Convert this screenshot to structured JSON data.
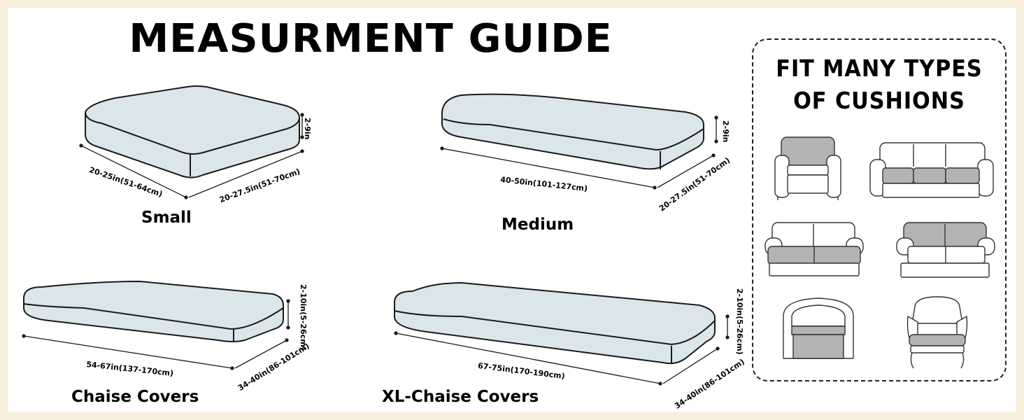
{
  "title": "MEASURMENT GUIDE",
  "sizes": [
    {
      "name": "Small",
      "width": "20-25in(51-64cm)",
      "depth": "20-27.5in(51-70cm)",
      "height": "2-9in"
    },
    {
      "name": "Medium",
      "width": "40-50in(101-127cm)",
      "depth": "20-27.5in(51-70cm)",
      "height": "2-9in"
    },
    {
      "name": "Chaise Covers",
      "width": "54-67in(137-170cm)",
      "depth": "34-40in(86-101cm)",
      "height": "2-10in(5-26cm)"
    },
    {
      "name": "XL-Chaise Covers",
      "width": "67-75in(170-190cm)",
      "depth": "34-40in(86-101cm)",
      "height": "2-10in(5-26cm)"
    }
  ],
  "fit_panel": {
    "title_line1": "FIT MANY TYPES",
    "title_line2": "OF CUSHIONS",
    "furniture": [
      "armchair-icon",
      "three-seat-sofa-icon",
      "loveseat-icon",
      "loveseat-icon",
      "barrel-chair-icon",
      "wingback-chair-icon"
    ]
  },
  "colors": {
    "background": "#f7eedb",
    "panel": "#ffffff",
    "cushion_fill": "#dae6ea",
    "outline": "#1a1a1a",
    "seat_gray": "#b3b3b3"
  }
}
